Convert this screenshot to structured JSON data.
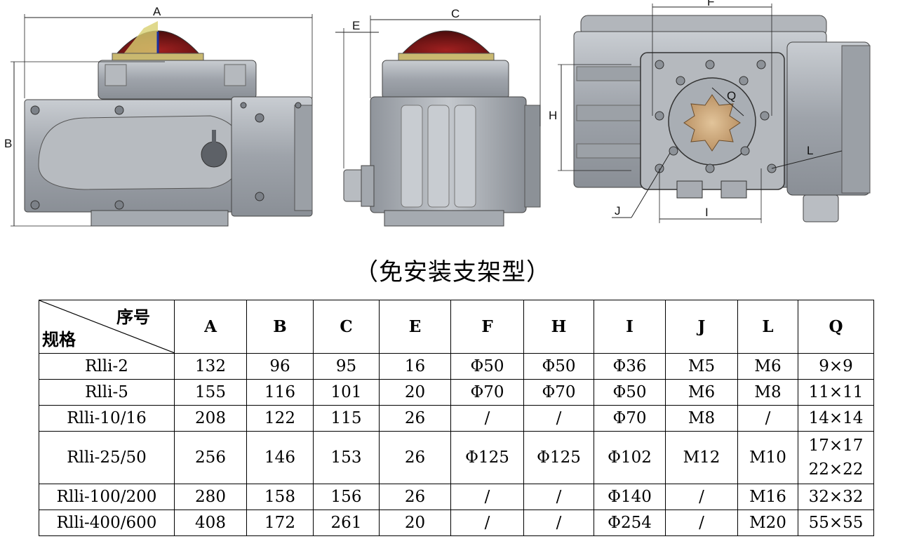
{
  "drawing_labels": {
    "front": {
      "A": "A",
      "B": "B"
    },
    "side": {
      "C": "C",
      "E": "E"
    },
    "bottom": {
      "F": "F",
      "H": "H",
      "Q": "Q",
      "L": "L",
      "J": "J",
      "I": "I"
    }
  },
  "title": "（免安装支架型）",
  "table": {
    "corner_top": "序号",
    "corner_bottom": "规格",
    "columns": [
      "A",
      "B",
      "C",
      "E",
      "F",
      "H",
      "I",
      "J",
      "L",
      "Q"
    ],
    "rows": [
      {
        "model": "Rlli-2",
        "A": "132",
        "B": "96",
        "C": "95",
        "E": "16",
        "F": "Φ50",
        "H": "Φ50",
        "I": "Φ36",
        "J": "M5",
        "L": "M6",
        "Q": [
          "9×9"
        ]
      },
      {
        "model": "Rlli-5",
        "A": "155",
        "B": "116",
        "C": "101",
        "E": "20",
        "F": "Φ70",
        "H": "Φ70",
        "I": "Φ50",
        "J": "M6",
        "L": "M8",
        "Q": [
          "11×11"
        ]
      },
      {
        "model": "Rlli-10/16",
        "A": "208",
        "B": "122",
        "C": "115",
        "E": "26",
        "F": "/",
        "H": "/",
        "I": "Φ70",
        "J": "M8",
        "L": "/",
        "Q": [
          "14×14"
        ]
      },
      {
        "model": "Rlli-25/50",
        "A": "256",
        "B": "146",
        "C": "153",
        "E": "26",
        "F": "Φ125",
        "H": "Φ125",
        "I": "Φ102",
        "J": "M12",
        "L": "M10",
        "Q": [
          "17×17",
          "22×22"
        ]
      },
      {
        "model": "Rlli-100/200",
        "A": "280",
        "B": "158",
        "C": "156",
        "E": "26",
        "F": "/",
        "H": "/",
        "I": "Φ140",
        "J": "/",
        "L": "M16",
        "Q": [
          "32×32"
        ]
      },
      {
        "model": "Rlli-400/600",
        "A": "408",
        "B": "172",
        "C": "261",
        "E": "20",
        "F": "/",
        "H": "/",
        "I": "Φ254",
        "J": "/",
        "L": "M20",
        "Q": [
          "55×55"
        ]
      }
    ]
  }
}
